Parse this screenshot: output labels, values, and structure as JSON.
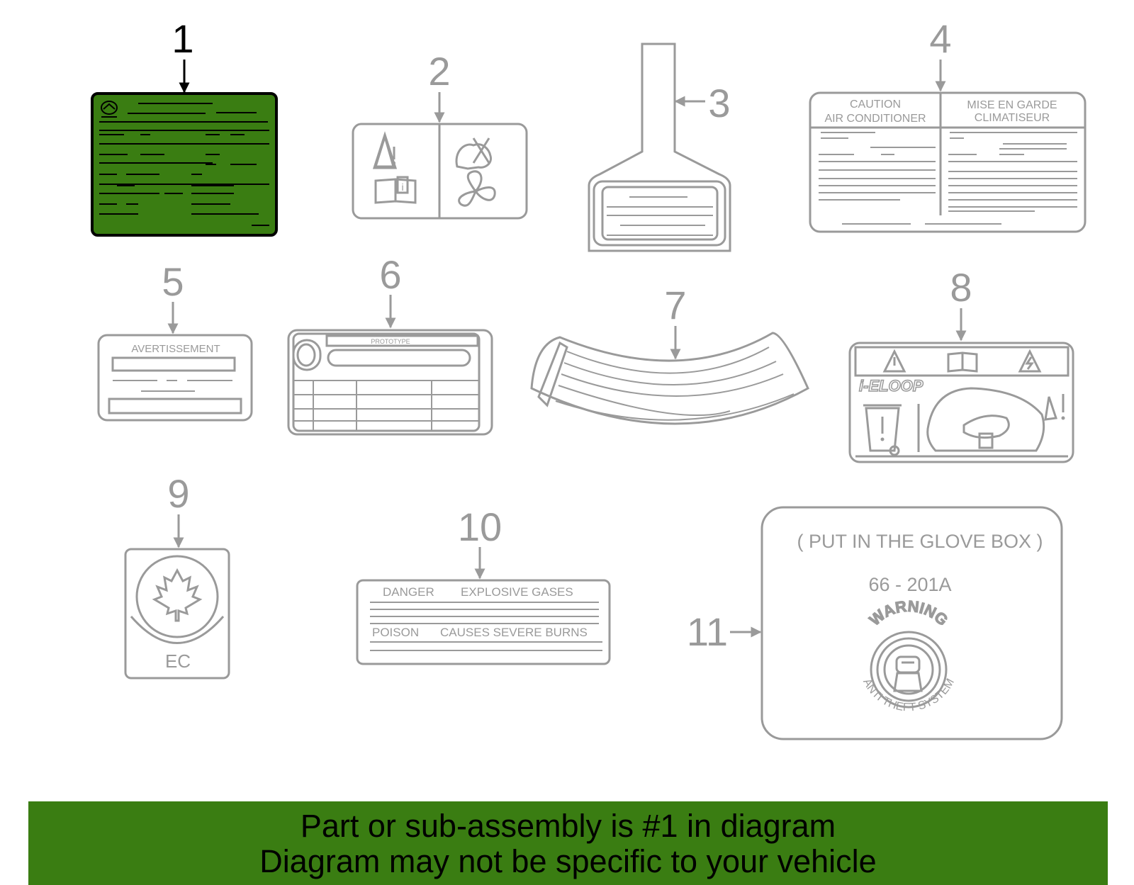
{
  "callouts": {
    "p1": "1",
    "p2": "2",
    "p3": "3",
    "p4": "4",
    "p5": "5",
    "p6": "6",
    "p7": "7",
    "p8": "8",
    "p9": "9",
    "p10": "10",
    "p11": "11"
  },
  "label4": {
    "left_line1": "CAUTION",
    "left_line2": "AIR CONDITIONER",
    "right_line1": "MISE EN GARDE",
    "right_line2": "CLIMATISEUR"
  },
  "label5": {
    "title": "AVERTISSEMENT"
  },
  "label6": {
    "tag": "PROTOTYPE"
  },
  "label8": {
    "brand": "i-ELOOP"
  },
  "label9": {
    "code": "EC"
  },
  "label10": {
    "row1_left": "DANGER",
    "row1_right": "EXPLOSIVE GASES",
    "row2_left": "POISON",
    "row2_right": "CAUSES SEVERE BURNS"
  },
  "label11": {
    "note": "( PUT IN THE GLOVE BOX )",
    "part_no": "66 - 201A",
    "seal_top": "WARNING",
    "seal_bottom": "ANTI THEFT SYSTEM"
  },
  "footer": {
    "line1": "Part or sub-assembly is #1 in diagram",
    "line2": "Diagram may not be specific to your vehicle"
  },
  "colors": {
    "highlight": "#3a7d12",
    "line_gray": "#9a9a9a",
    "banner": "#3a7d12"
  }
}
